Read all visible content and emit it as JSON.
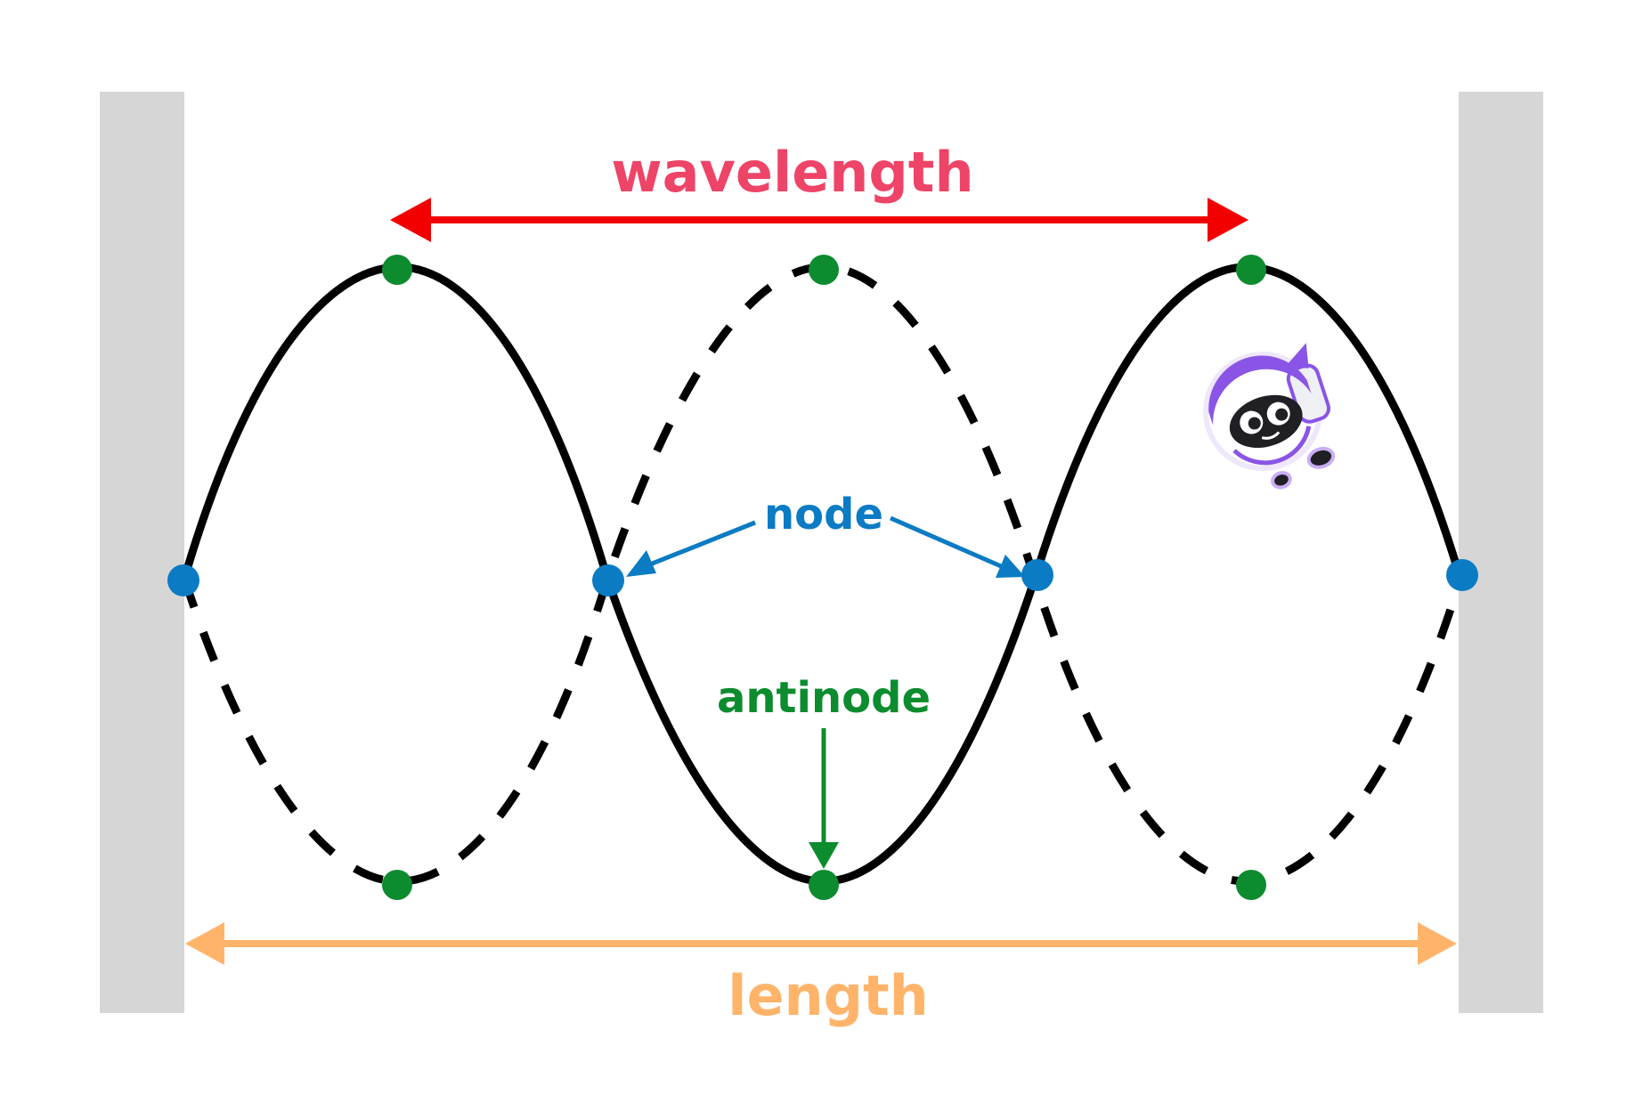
{
  "labels": {
    "wavelength": "wavelength",
    "node": "node",
    "antinode": "antinode",
    "length": "length"
  },
  "colors": {
    "background": "#ffffff",
    "wall": "#d6d6d6",
    "string": "#000000",
    "node_dot": "#0b7bc4",
    "antinode_dot": "#0c8c2e",
    "wavelength": "#f20000",
    "wavelength_text": "#ee4468",
    "length": "#ffb46a",
    "node_text": "#0b7bc4",
    "antinode_text": "#0c8c2e",
    "mascot_primary": "#8a55e6"
  },
  "icons": {
    "mascot": "robot-mascot-icon"
  }
}
